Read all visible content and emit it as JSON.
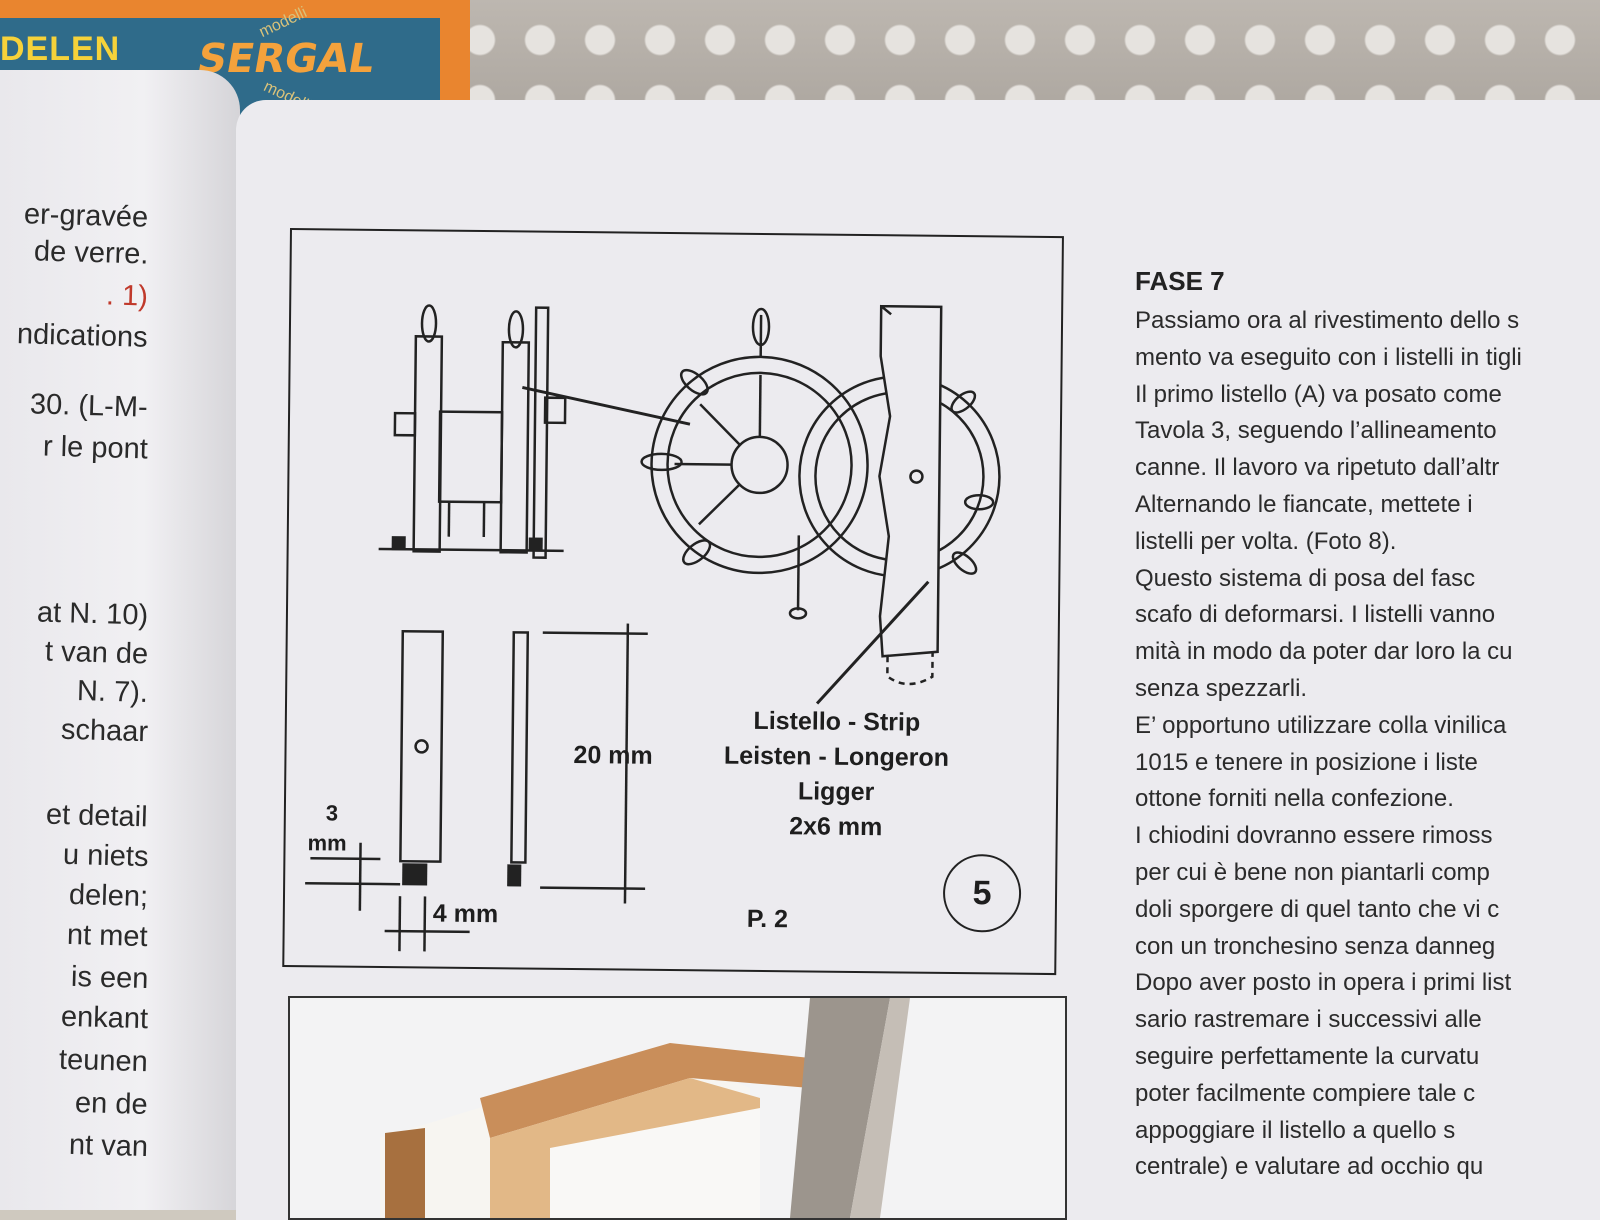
{
  "box": {
    "left_text": "DELEN",
    "logo": "SERGAL",
    "logo_sub_top": "modelli",
    "logo_sub_bottom": "modelli"
  },
  "left_page": {
    "lines": [
      {
        "text": "er-gravée",
        "red": false
      },
      {
        "text": "de verre.",
        "red": false
      },
      {
        "text": ". 1)",
        "red": true
      },
      {
        "text": "ndications",
        "red": false
      },
      {
        "text": "30. (L-M-",
        "red": false
      },
      {
        "text": "r le pont",
        "red": false
      },
      {
        "text": "at N. 10)",
        "red": false
      },
      {
        "text": "t van de",
        "red": false
      },
      {
        "text": "N. 7).",
        "red": false
      },
      {
        "text": "schaar",
        "red": false
      },
      {
        "text": "et detail",
        "red": false
      },
      {
        "text": "u niets",
        "red": false
      },
      {
        "text": "delen;",
        "red": false
      },
      {
        "text": "nt met",
        "red": false
      },
      {
        "text": "is een",
        "red": false
      },
      {
        "text": "enkant",
        "red": false
      },
      {
        "text": "teunen",
        "red": false
      },
      {
        "text": "en de",
        "red": false
      },
      {
        "text": "nt van",
        "red": false
      }
    ]
  },
  "figure": {
    "strip_label_1": "Listello - Strip",
    "strip_label_2": "Leisten - Longeron",
    "strip_label_3": "Ligger",
    "strip_label_4": "2x6 mm",
    "dim_height": "20 mm",
    "dim_thickness_num": "3",
    "dim_thickness_unit": "mm",
    "dim_width": "4 mm",
    "plate_ref": "P. 2",
    "figure_number": "5"
  },
  "right_column": {
    "heading": "FASE 7",
    "lines": [
      "Passiamo ora al rivestimento dello s",
      "mento va eseguito con i listelli in tigli",
      "Il primo listello (A) va posato come",
      "Tavola 3, seguendo l’allineamento",
      "canne. Il lavoro va ripetuto dall’altr",
      "Alternando le fiancate, mettete i",
      "listelli per volta. (Foto 8).",
      "Questo sistema di posa del fasc",
      "scafo di deformarsi. I listelli vanno",
      "mità in modo da poter dar loro la cu",
      "senza spezzarli.",
      "E’ opportuno utilizzare colla vinilica",
      "1015 e tenere in posizione i liste",
      "ottone forniti nella confezione.",
      "I chiodini dovranno essere rimoss",
      "per cui è bene non piantarli comp",
      "doli sporgere di quel tanto che vi c",
      "con un tronchesino senza danneg",
      "Dopo aver posto in opera i primi list",
      "sario rastremare i successivi alle",
      "seguire perfettamente la curvatu",
      "poter facilmente compiere tale c",
      "appoggiare il listello a quello s",
      "centrale) e valutare ad occhio qu"
    ]
  },
  "colors": {
    "paper": "#ecebef",
    "ink": "#222222",
    "red_ref": "#c0392b",
    "box_orange": "#e9852f",
    "box_blue": "#2f6b8a"
  }
}
